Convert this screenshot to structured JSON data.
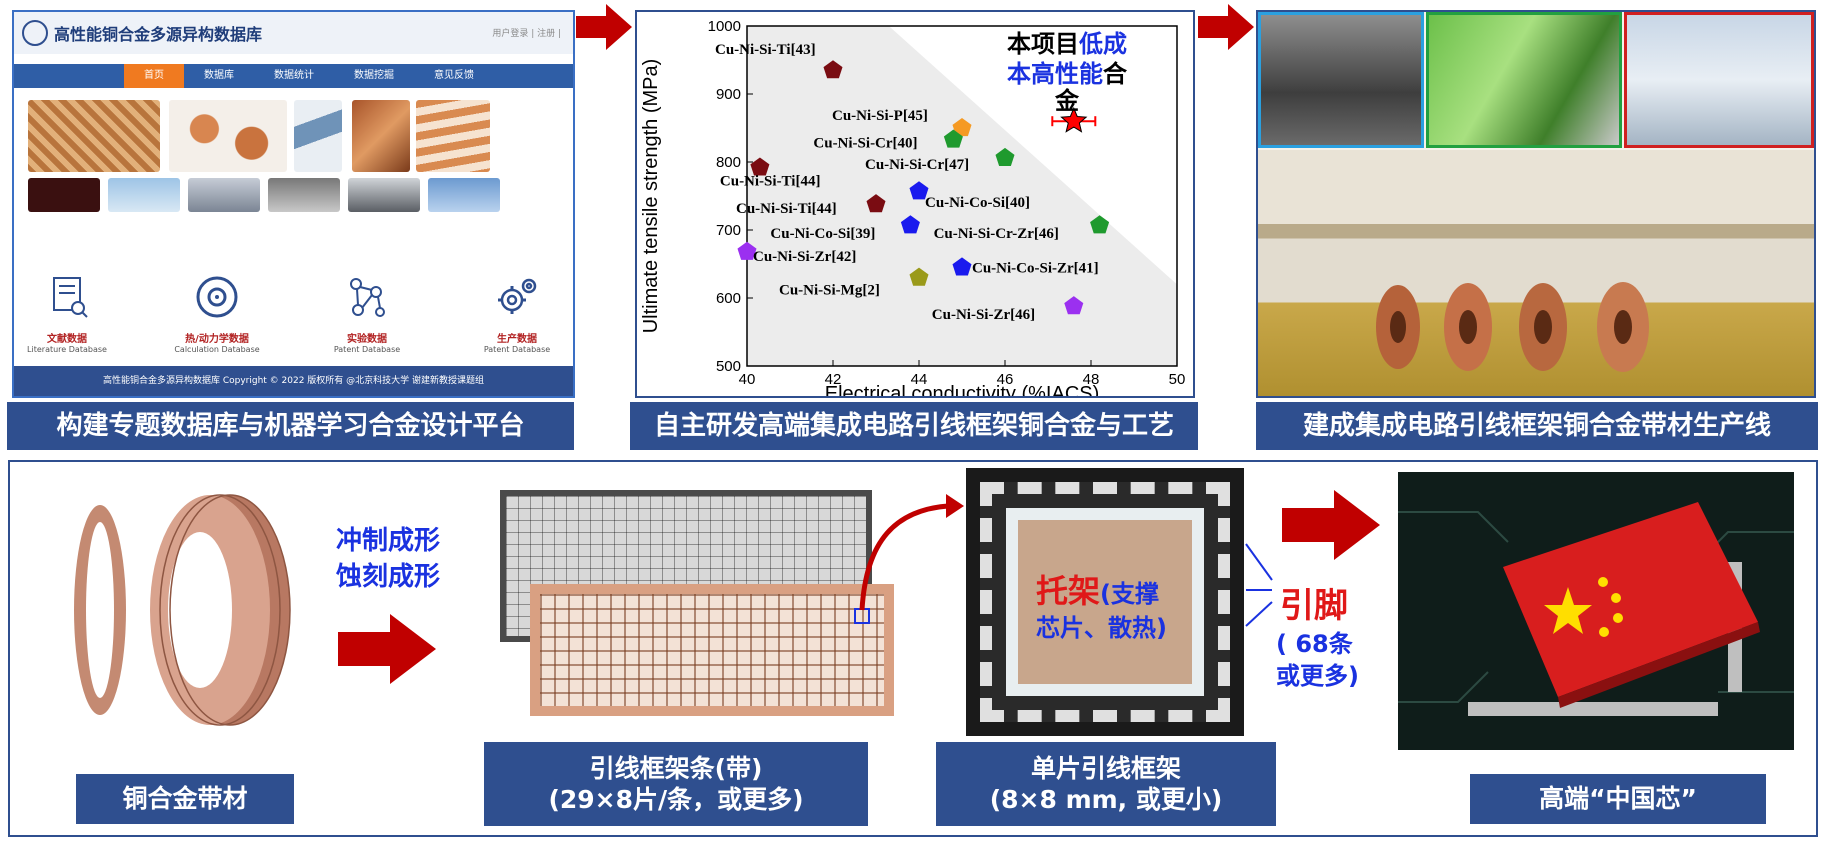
{
  "colors": {
    "caption_bg": "#2f4f8f",
    "arrow_red": "#c00000",
    "label_blue": "#1a32e0",
    "label_red": "#e01818",
    "marker_maroon": "#7a0c12",
    "marker_orange": "#f59a23",
    "marker_green": "#1f9a2e",
    "marker_blue": "#1a1aee",
    "marker_purple": "#9b30f0",
    "marker_olive": "#9a9a1a",
    "marker_red_star": "#ff0000"
  },
  "db": {
    "title": "高性能铜合金多源异构数据库",
    "links": "用户登录 | 注册 |",
    "nav": [
      "首页",
      "数据库",
      "数据统计",
      "数据挖掘",
      "意见反馈"
    ],
    "cards": [
      {
        "icon": "document-search-icon",
        "title": "文献数据",
        "sub": "Literature Database"
      },
      {
        "icon": "target-icon",
        "title": "热/动力学数据",
        "sub": "Calculation Database"
      },
      {
        "icon": "network-nodes-icon",
        "title": "实验数据",
        "sub": "Patent Database"
      },
      {
        "icon": "gears-icon",
        "title": "生产数据",
        "sub": "Patent Database"
      }
    ],
    "footer": "高性能铜合金多源异构数据库     Copyright © 2022 版权所有 @北京科技大学 谢建新教授课题组"
  },
  "captions": {
    "top_left": "构建专题数据库与机器学习合金设计平台",
    "top_mid": "自主研发高端集成电路引线框架铜合金与工艺",
    "top_right": "建成集成电路引线框架铜合金带材生产线",
    "bottom_strip": "铜合金带材",
    "bottom_frame_strip_l1": "引线框架条(带)",
    "bottom_frame_strip_l2": "(29×8片/条，或更多)",
    "bottom_single_l1": "单片引线框架",
    "bottom_single_l2": "(8×8 mm, 或更小)",
    "bottom_chip": "高端“中国芯”"
  },
  "process": {
    "line1": "冲制成形",
    "line2": "蚀刻成形"
  },
  "single_frame": {
    "pad_red": "托架",
    "pad_blue_1": "(支撑",
    "pad_blue_2": "芯片、散热)",
    "pins_red": "引脚",
    "pins_blue_1": "( 68条",
    "pins_blue_2": "或更多)"
  },
  "chart_data": {
    "type": "scatter",
    "xlabel": "Electrical conductivity (%IACS)",
    "ylabel": "Ultimate tensile strength (MPa)",
    "xlim": [
      40,
      50
    ],
    "ylim": [
      500,
      1000
    ],
    "xticks": [
      40,
      42,
      44,
      46,
      48,
      50
    ],
    "yticks": [
      500,
      600,
      700,
      800,
      900,
      1000
    ],
    "grid": false,
    "annotation": {
      "l1a": "本项目",
      "l1b": "低成",
      "l2a": "本高性能",
      "l2b": "合",
      "l3": "金"
    },
    "points": [
      {
        "label": "Cu-Ni-Si-Ti[43]",
        "x": 42.0,
        "y": 935,
        "color": "#7a0c12",
        "shape": "pentagon"
      },
      {
        "label": "Cu-Ni-Si-P[45]",
        "x": 45.0,
        "y": 850,
        "color": "#f59a23",
        "shape": "pentagon"
      },
      {
        "label": "Cu-Ni-Si-Cr[40]",
        "x": 44.8,
        "y": 833,
        "color": "#1f9a2e",
        "shape": "pentagon"
      },
      {
        "label": "Cu-Ni-Si-Cr[47]",
        "x": 46.0,
        "y": 806,
        "color": "#1f9a2e",
        "shape": "pentagon"
      },
      {
        "label": "Cu-Ni-Si-Ti[44]",
        "x": 40.3,
        "y": 792,
        "color": "#7a0c12",
        "shape": "pentagon"
      },
      {
        "label": "Cu-Ni-Co-Si[40]",
        "x": 44.0,
        "y": 757,
        "color": "#1a1aee",
        "shape": "pentagon"
      },
      {
        "label": "Cu-Ni-Si-Ti[44]",
        "x": 43.0,
        "y": 738,
        "color": "#7a0c12",
        "shape": "pentagon"
      },
      {
        "label": "Cu-Ni-Co-Si[39]",
        "x": 43.8,
        "y": 707,
        "color": "#1a1aee",
        "shape": "pentagon"
      },
      {
        "label": "Cu-Ni-Si-Cr-Zr[46]",
        "x": 48.2,
        "y": 707,
        "color": "#1f9a2e",
        "shape": "pentagon"
      },
      {
        "label": "Cu-Ni-Si-Zr[42]",
        "x": 40.0,
        "y": 668,
        "color": "#9b30f0",
        "shape": "pentagon"
      },
      {
        "label": "Cu-Ni-Co-Si-Zr[41]",
        "x": 45.0,
        "y": 645,
        "color": "#1a1aee",
        "shape": "pentagon"
      },
      {
        "label": "Cu-Ni-Si-Mg[2]",
        "x": 44.0,
        "y": 630,
        "color": "#9a9a1a",
        "shape": "pentagon"
      },
      {
        "label": "Cu-Ni-Si-Zr[46]",
        "x": 47.6,
        "y": 588,
        "color": "#9b30f0",
        "shape": "pentagon"
      },
      {
        "label": "",
        "x": 47.6,
        "y": 860,
        "color": "#ff0000",
        "shape": "star",
        "xerr": 0.5,
        "yerr": 10
      }
    ]
  }
}
